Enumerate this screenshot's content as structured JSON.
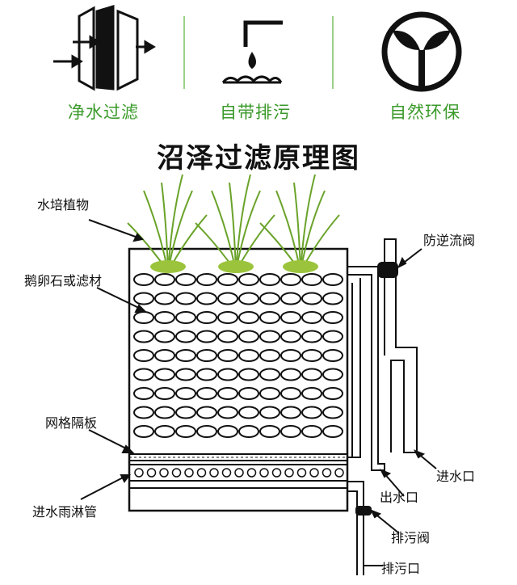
{
  "features": [
    {
      "label": "净水过滤",
      "icon": "filter-icon"
    },
    {
      "label": "自带排污",
      "icon": "faucet-drop-icon"
    },
    {
      "label": "自然环保",
      "icon": "sprout-icon"
    }
  ],
  "title": "沼泽过滤原理图",
  "callouts": {
    "plants": "水培植物",
    "pebbles": "鹅卵石或滤材",
    "grid_plate": "网格隔板",
    "spray_pipe": "进水雨淋管",
    "check_valve": "防逆流阀",
    "inlet": "进水口",
    "outlet": "出水口",
    "drain_valve": "排污阀",
    "drain": "排污口"
  },
  "colors": {
    "accent_green": "#3a9a2a",
    "line": "#111111"
  }
}
